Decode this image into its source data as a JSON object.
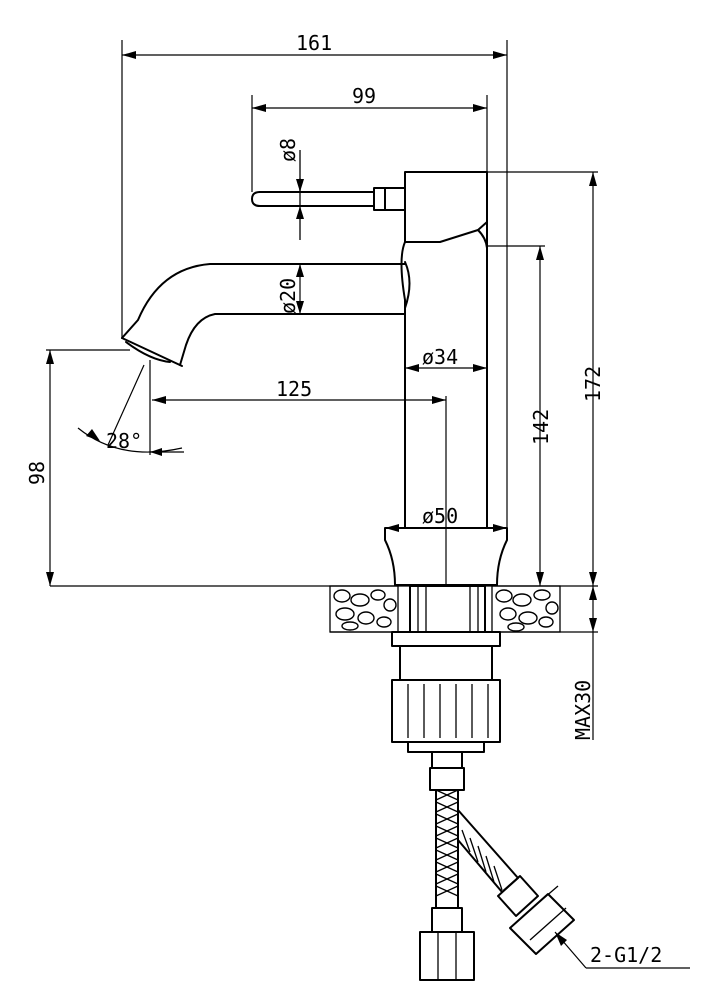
{
  "drawing": {
    "dimensions": {
      "overall_width": "161",
      "handle_reach": "99",
      "handle_dia": "ø8",
      "spout_dia": "ø20",
      "body_dia": "ø34",
      "spout_reach": "125",
      "spout_angle": "28°",
      "spout_height": "98",
      "lever_height": "142",
      "total_height": "172",
      "base_dia": "ø50",
      "max_deck": "MAX30",
      "hose_thread": "2-G1/2"
    }
  }
}
